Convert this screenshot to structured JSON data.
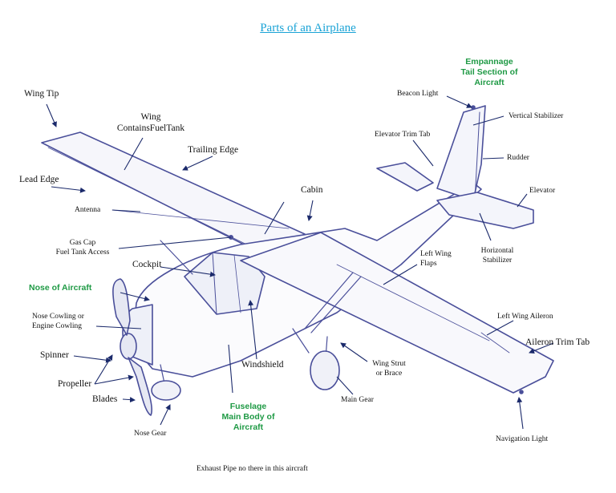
{
  "title": "Parts of an Airplane",
  "footnote": "Exhaust Pipe no there in this aircraft",
  "labels": {
    "wing_tip": "Wing Tip",
    "wing_1": "Wing",
    "wing_2": "ContainsFuelTank",
    "trailing_edge": "Trailing Edge",
    "lead_edge": "Lead Edge",
    "antenna": "Antenna",
    "gas_cap_1": "Gas Cap",
    "gas_cap_2": "Fuel Tank Access",
    "cockpit": "Cockpit",
    "nose_of_aircraft": "Nose of Aircraft",
    "nose_cowling_1": "Nose Cowling or",
    "nose_cowling_2": "Engine Cowling",
    "spinner": "Spinner",
    "propeller": "Propeller",
    "blades": "Blades",
    "nose_gear": "Nose Gear",
    "fuselage_1": "Fuselage",
    "fuselage_2": "Main Body of",
    "fuselage_3": "Aircraft",
    "windshield": "Windshield",
    "cabin": "Cabin",
    "empennage_1": "Empannage",
    "empennage_2": "Tail Section of",
    "empennage_3": "Aircraft",
    "beacon_light": "Beacon Light",
    "vertical_stabilizer": "Vertical Stabilizer",
    "elevator_trim_tab": "Elevator Trim Tab",
    "rudder": "Rudder",
    "elevator": "Elevator",
    "horizontal_stabilizer_1": "Horizontal",
    "horizontal_stabilizer_2": "Stabilizer",
    "left_wing_flaps_1": "Left Wing",
    "left_wing_flaps_2": "Flaps",
    "left_wing_aileron": "Left Wing Aileron",
    "aileron_trim_tab": "Aileron Trim Tab",
    "wing_strut_1": "Wing Strut",
    "wing_strut_2": "or Brace",
    "main_gear": "Main Gear",
    "navigation_light": "Navigation Light"
  },
  "colors": {
    "title": "#1aa3d6",
    "green_labels": "#1f9a45",
    "outline": "#4a4f9a",
    "arrows": "#1b2a6b"
  }
}
